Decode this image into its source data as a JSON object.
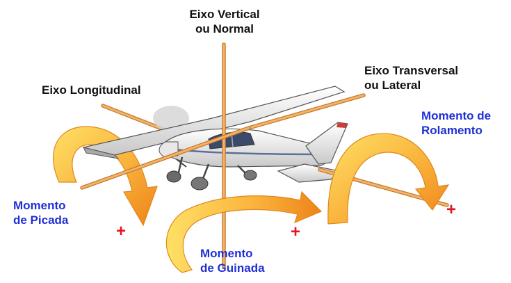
{
  "axes": {
    "vertical": {
      "line1": "Eixo Vertical",
      "line2": "ou Normal"
    },
    "longitudinal": {
      "line1": "Eixo Longitudinal"
    },
    "transversal": {
      "line1": "Eixo Transversal",
      "line2": "ou Lateral"
    }
  },
  "moments": {
    "rolamento": {
      "line1": "Momento de",
      "line2": "Rolamento",
      "sign": "+"
    },
    "picada": {
      "line1": "Momento",
      "line2": "de Picada",
      "sign": "+"
    },
    "guinada": {
      "line1": "Momento",
      "line2": "de Guinada",
      "sign": "+"
    }
  },
  "colors": {
    "axis": "#e8a24a",
    "arrow_light": "#ffd54a",
    "arrow_dark": "#f08a1c",
    "label_blue": "#1f2fd6",
    "plus_red": "#e3141c"
  }
}
